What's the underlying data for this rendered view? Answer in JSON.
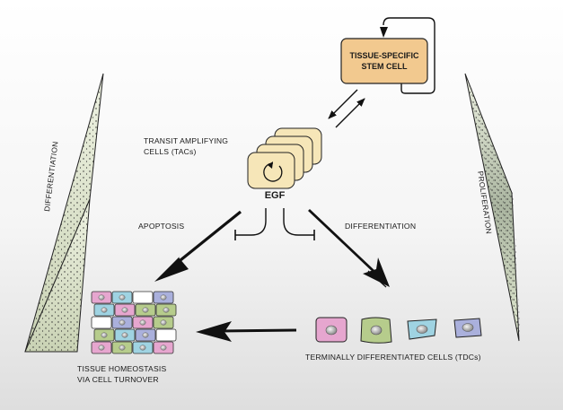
{
  "stem_cell": {
    "line1": "TISSUE-SPECIFIC",
    "line2": "STEM CELL"
  },
  "tacs": {
    "line1": "TRANSIT AMPLIFYING",
    "line2": "CELLS (TACs)"
  },
  "egf_label": "EGF",
  "apoptosis_label": "APOPTOSIS",
  "differentiation_label": "DIFFERENTIATION",
  "left_gradient_label": "DIFFERENTIATION",
  "right_gradient_label": "PROLIFERATION",
  "homeostasis": {
    "line1": "TISSUE HOMEOSTASIS",
    "line2": "VIA CELL TURNOVER"
  },
  "tdc_label": "TERMINALLY DIFFERENTIATED CELLS (TDCs)",
  "colors": {
    "stem_fill": "#f2c98f",
    "tac_fill": "#f6e6b8",
    "tdc_pink": "#e6a6cf",
    "tdc_green": "#b6cc8c",
    "tdc_blue": "#9fd3e2",
    "tdc_purple": "#aab0dc",
    "gradient_fill": "#e3ead2"
  }
}
